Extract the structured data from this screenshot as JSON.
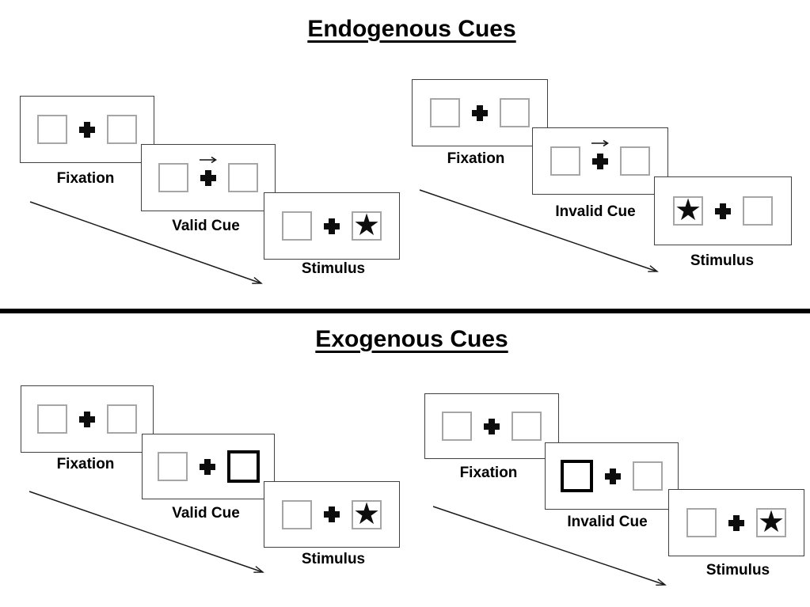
{
  "glyphs": {
    "star": "★"
  },
  "colors": {
    "background": "#ffffff",
    "panel_border": "#404040",
    "placeholder_box_border": "#a6a6a6",
    "exogenous_cue_box_border": "#000000",
    "text": "#000000",
    "divider": "#000000"
  },
  "sections": [
    {
      "title": "Endogenous Cues",
      "sequences": [
        {
          "name": "valid",
          "cue_description": "central arrow above fixation cross pointing right",
          "panels": [
            {
              "label": "Fixation",
              "left_box": "empty",
              "center": "fixation-cross",
              "right_box": "empty"
            },
            {
              "label": "Valid Cue",
              "left_box": "empty",
              "center": "fixation-cross with right arrow above",
              "right_box": "empty"
            },
            {
              "label": "Stimulus",
              "left_box": "empty",
              "center": "fixation-cross",
              "right_box": "star"
            }
          ]
        },
        {
          "name": "invalid",
          "cue_description": "central arrow above fixation cross pointing right",
          "panels": [
            {
              "label": "Fixation",
              "left_box": "empty",
              "center": "fixation-cross",
              "right_box": "empty"
            },
            {
              "label": "Invalid Cue",
              "left_box": "empty",
              "center": "fixation-cross with right arrow above",
              "right_box": "empty"
            },
            {
              "label": "Stimulus",
              "left_box": "star",
              "center": "fixation-cross",
              "right_box": "empty"
            }
          ]
        }
      ]
    },
    {
      "title": "Exogenous Cues",
      "sequences": [
        {
          "name": "valid",
          "cue_description": "thick black outline on right box",
          "panels": [
            {
              "label": "Fixation",
              "left_box": "empty",
              "center": "fixation-cross",
              "right_box": "empty"
            },
            {
              "label": "Valid Cue",
              "left_box": "empty",
              "center": "fixation-cross",
              "right_box": "thick-outline"
            },
            {
              "label": "Stimulus",
              "left_box": "empty",
              "center": "fixation-cross",
              "right_box": "star"
            }
          ]
        },
        {
          "name": "invalid",
          "cue_description": "thick black outline on left box",
          "panels": [
            {
              "label": "Fixation",
              "left_box": "empty",
              "center": "fixation-cross",
              "right_box": "empty"
            },
            {
              "label": "Invalid Cue",
              "left_box": "thick-outline",
              "center": "fixation-cross",
              "right_box": "empty"
            },
            {
              "label": "Stimulus",
              "left_box": "empty",
              "center": "fixation-cross",
              "right_box": "star"
            }
          ]
        }
      ]
    }
  ]
}
